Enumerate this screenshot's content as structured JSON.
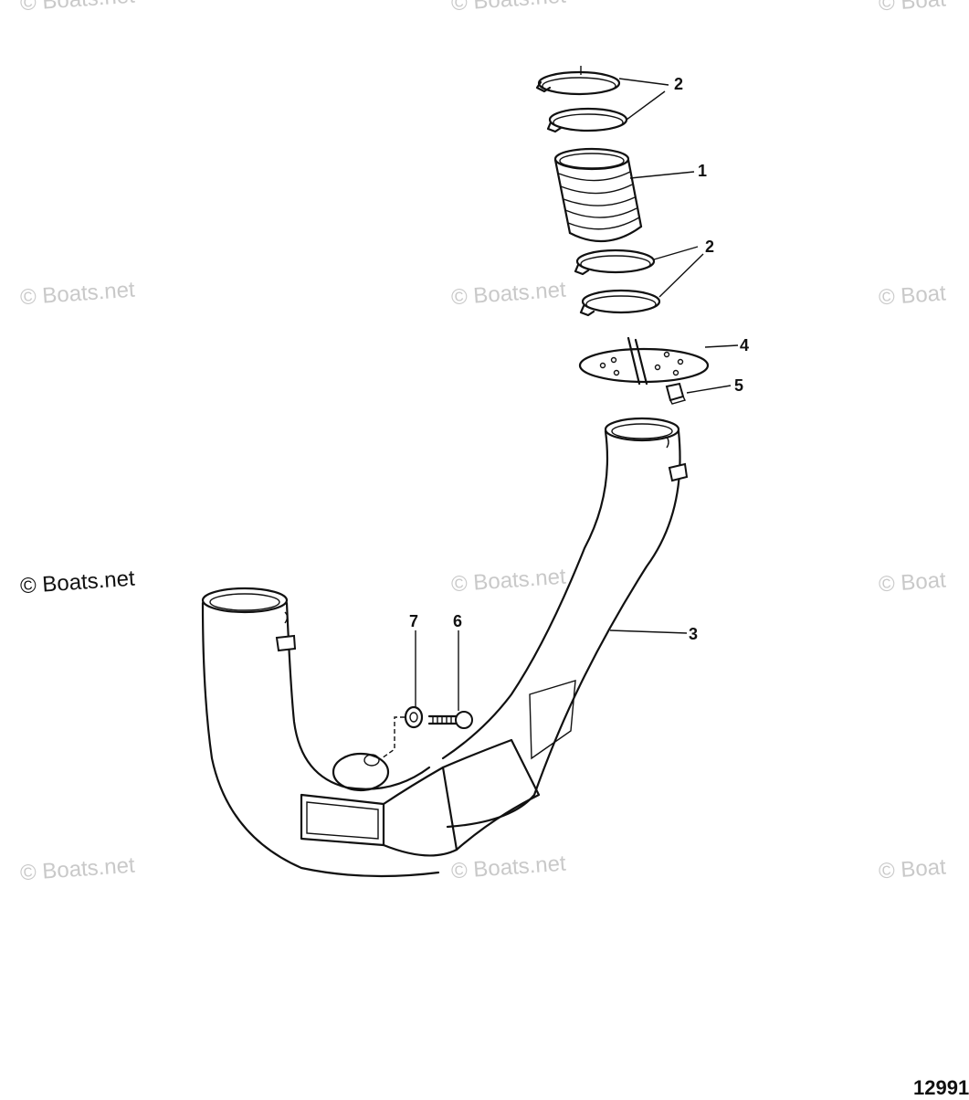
{
  "watermarks": {
    "text": "© Boats.net",
    "right_clipped": "© Boat",
    "main": "© Boats.net"
  },
  "callouts": {
    "c1": "1",
    "c2a": "2",
    "c2b": "2",
    "c3": "3",
    "c4": "4",
    "c5": "5",
    "c6": "6",
    "c7": "7"
  },
  "figure_number": "12991",
  "colors": {
    "line": "#111111",
    "watermark": "#c9c9c9",
    "background": "#ffffff"
  }
}
